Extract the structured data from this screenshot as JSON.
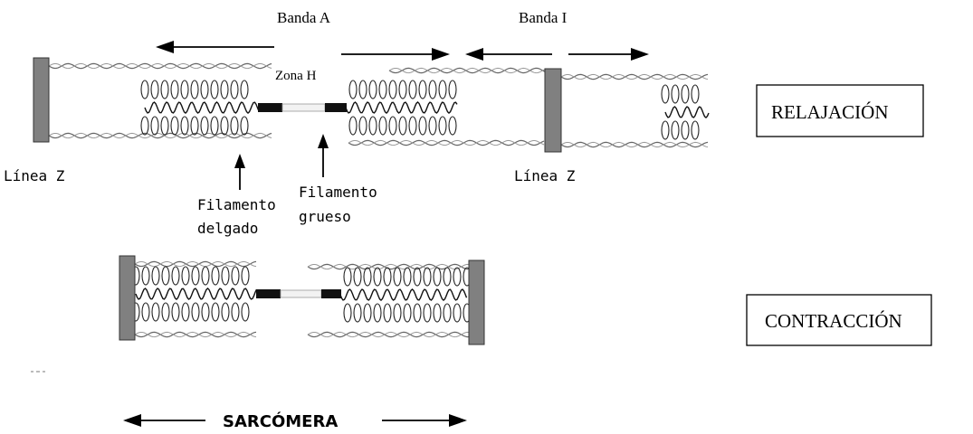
{
  "labels": {
    "banda_a": "Banda A",
    "banda_i": "Banda I",
    "zona_h": "Zona H",
    "linea_z_left": "Línea Z",
    "linea_z_right": "Línea Z",
    "filamento_delgado_1": "Filamento",
    "filamento_delgado_2": "delgado",
    "filamento_grueso_1": "Filamento",
    "filamento_grueso_2": "grueso",
    "relajacion": "RELAJACIÓN",
    "contraccion": "CONTRACCIÓN",
    "sarcomera": "SARCÓMERA"
  },
  "colors": {
    "z_line": "#808080",
    "thin_filament": "#666666",
    "thick_filament": "#111111",
    "text": "#000000"
  }
}
